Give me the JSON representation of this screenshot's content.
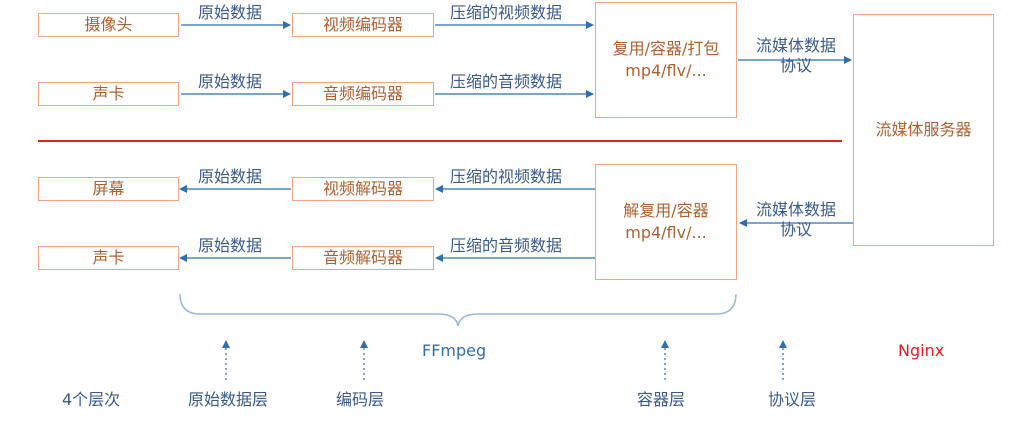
{
  "encode": {
    "source_camera": "摄像头",
    "source_soundcard": "声卡",
    "video_encoder": "视频编码器",
    "audio_encoder": "音频编码器",
    "raw_data_1": "原始数据",
    "raw_data_2": "原始数据",
    "compressed_video": "压缩的视频数据",
    "compressed_audio": "压缩的音频数据",
    "mux_line1": "复用/容器/打包",
    "mux_line2": "mp4/flv/..."
  },
  "server": {
    "label": "流媒体服务器",
    "protocol_out_line1": "流媒体数据",
    "protocol_out_line2": "协议",
    "protocol_in_line1": "流媒体数据",
    "protocol_in_line2": "协议"
  },
  "decode": {
    "sink_screen": "屏幕",
    "sink_soundcard": "声卡",
    "video_decoder": "视频解码器",
    "audio_decoder": "音频解码器",
    "raw_data_1": "原始数据",
    "raw_data_2": "原始数据",
    "compressed_video": "压缩的视频数据",
    "compressed_audio": "压缩的音频数据",
    "demux_line1": "解复用/容器",
    "demux_line2": "mp4/flv/..."
  },
  "groups": {
    "ffmpeg": "FFmpeg",
    "nginx": "Nginx"
  },
  "layers": {
    "title": "4个层次",
    "raw": "原始数据层",
    "codec": "编码层",
    "container": "容器层",
    "protocol": "协议层"
  },
  "colors": {
    "box_border": "#f0a480",
    "box_text": "#b06030",
    "arrow": "#2f6fb0",
    "separator": "#e02020",
    "label": "#3a5a8a"
  }
}
